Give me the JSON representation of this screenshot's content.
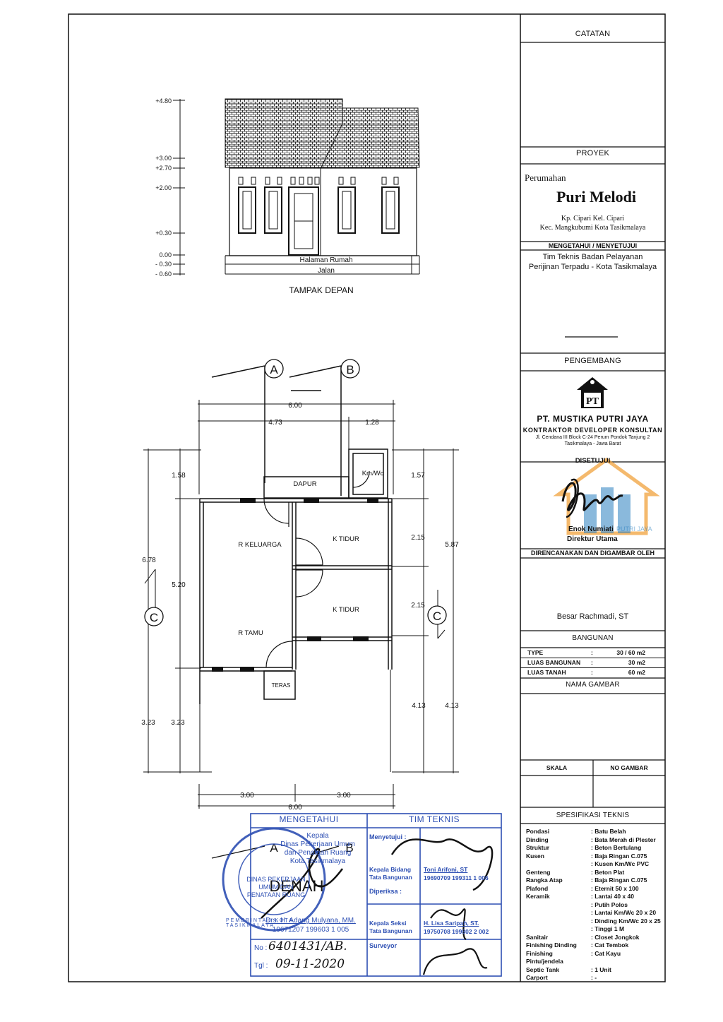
{
  "elevation": {
    "title": "TAMPAK DEPAN",
    "levels": [
      "+4.80",
      "+3.00",
      "+2.70",
      "+2.00",
      "+0.30",
      "0.00",
      "- 0.30",
      "- 0.60"
    ],
    "ground_labels": [
      "Halaman Rumah",
      "Jalan"
    ]
  },
  "plan": {
    "title": "DENAH",
    "section_markers": [
      "A",
      "B",
      "C"
    ],
    "rooms": [
      "DAPUR",
      "Km/Wc",
      "R KELUARGA",
      "K TIDUR",
      "K TIDUR",
      "R TAMU",
      "TERAS"
    ],
    "dimensions": {
      "top_total": "6.00",
      "top_left": "4.73",
      "top_right": "1.28",
      "left_outer": "6.78",
      "left_top": "1.58",
      "left_mid": "5.20",
      "left_bottom_outer": "3.23",
      "left_bottom_inner": "3.23",
      "right_top": "1.57",
      "right_room1": "2.15",
      "right_room2": "2.15",
      "right_total": "5.87",
      "right_bottom_inner": "4.13",
      "right_bottom_outer": "4.13",
      "bottom_left": "3.00",
      "bottom_right": "3.00",
      "bottom_total": "6.00"
    }
  },
  "titleblock": {
    "catatan": "CATATAN",
    "proyek": "PROYEK",
    "project_prefix": "Perumahan",
    "project_name": "Puri Melodi",
    "address_1": "Kp. Cipari Kel. Cipari",
    "address_2": "Kec. Mangkubumi Kota Tasikmalaya",
    "mengetahui": "MENGETAHUI / MENYETUJUI",
    "tim_1": "Tim Teknis Badan Pelayanan",
    "tim_2": "Perijinan Terpadu - Kota Tasikmalaya",
    "pengembang": "PENGEMBANG",
    "company": "PT. MUSTIKA PUTRI JAYA",
    "company_tagline": "KONTRAKTOR  DEVELOPER  KONSULTAN",
    "company_addr_1": "Jl. Cendana III Block C-24 Perum Pondok Tanjung 2",
    "company_addr_2": "Tasikmalaya - Jawa Barat",
    "disetujui": "DISETUJUI",
    "signer_name": "Enok Numiati",
    "signer_title": "Direktur Utama",
    "watermark": "PUTRI JAYA",
    "direncanakan": "DIRENCANAKAN DAN DIGAMBAR OLEH",
    "designer": "Besar Rachmadi, ST",
    "bangunan": "BANGUNAN",
    "bangunan_rows": [
      {
        "k": "TYPE",
        "v": "30 / 60 m2"
      },
      {
        "k": "LUAS BANGUNAN",
        "v": "30 m2"
      },
      {
        "k": "LUAS TANAH",
        "v": "60 m2"
      }
    ],
    "nama_gambar": "NAMA GAMBAR",
    "skala": "SKALA",
    "no_gambar": "NO GAMBAR",
    "spesifikasi": "SPESIFIKASI TEKNIS",
    "specs": [
      {
        "k": "Pondasi",
        "v": "Batu Belah"
      },
      {
        "k": "Dinding",
        "v": "Bata Merah di Plester"
      },
      {
        "k": "Struktur",
        "v": "Beton Bertulang"
      },
      {
        "k": "Kusen",
        "v": "Baja Ringan C.075"
      },
      {
        "k": "",
        "v": "Kusen Km/Wc PVC"
      },
      {
        "k": "Genteng",
        "v": "Beton Plat"
      },
      {
        "k": "Rangka Atap",
        "v": "Baja Ringan C.075"
      },
      {
        "k": "Plafond",
        "v": "Eternit 50 x 100"
      },
      {
        "k": "Keramik",
        "v": "Lantai 40 x 40"
      },
      {
        "k": "",
        "v": "Putih Polos"
      },
      {
        "k": "",
        "v": "Lantai Km/Wc 20 x 20"
      },
      {
        "k": "",
        "v": "Dinding Km/Wc 20 x 25"
      },
      {
        "k": "",
        "v": "Tinggi 1 M"
      },
      {
        "k": "Sanitair",
        "v": "Closet Jongkok"
      },
      {
        "k": "Finishing Dinding",
        "v": "Cat Tembok"
      },
      {
        "k": "Finishing Pintu/jendela",
        "v": "Cat Kayu"
      },
      {
        "k": "Septic Tank",
        "v": "1 Unit"
      },
      {
        "k": "Carport",
        "v": "-"
      }
    ]
  },
  "stamp": {
    "mengetahui": "MENGETAHUI",
    "tim_teknis": "TIM TEKNIS",
    "line_1": "Kepala",
    "line_2": "Dinas Pekerjaan Umum",
    "line_3": "dan Penataan Ruang",
    "line_4": "Kota Tasikmalaya",
    "signer": "Drs. H. Adang Mulyana, MM.",
    "nip": "19671207 199603 1 005",
    "menyetujui": "Menyetujui :",
    "kabid": "Kepala Bidang Tata Bangunan",
    "kabid_name": "Toni Arifoni, ST",
    "kabid_nip": "19690709 199311 1 006",
    "diperiksa": "Diperiksa :",
    "kasie": "Kepala Seksi Tata Bangunan",
    "kasie_name": "H. Lisa Saripah, ST.",
    "kasie_nip": "19750708 199802 2 002",
    "surveyor": "Surveyor",
    "seal_text": "PEMERINTAH KOTA TASIKMALAYA",
    "seal_inner": "DINAS PEKERJAAN UMUM DAN PENATAAN RUANG",
    "no_label": "No :",
    "no_value": "6401431/AB.",
    "tgl_label": "Tgl :",
    "tgl_value": "09-11-2020"
  },
  "colors": {
    "ink": "#111111",
    "stamp": "#2d4fb3",
    "logo_orange": "#f0a23c",
    "logo_blue": "#2a7fbf"
  }
}
